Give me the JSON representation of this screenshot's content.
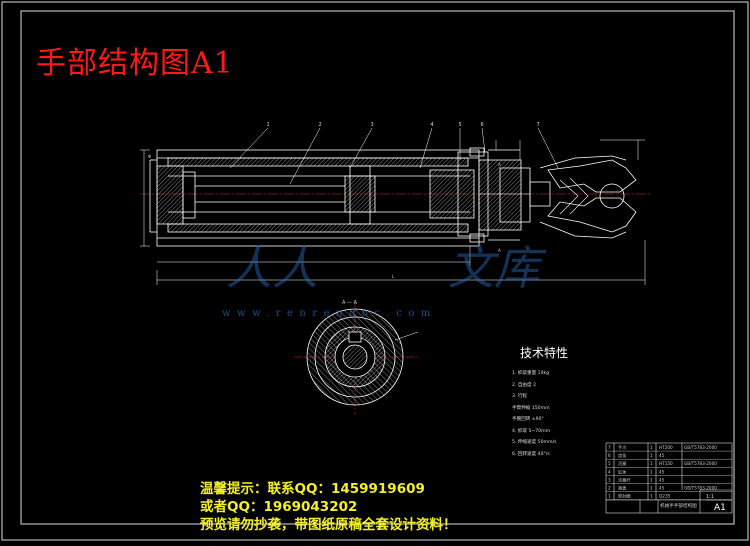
{
  "drawing": {
    "title": "手部结构图A1",
    "part_numbers": [
      "1",
      "2",
      "3",
      "4",
      "5",
      "6",
      "7"
    ],
    "section_label": "A — A"
  },
  "tech": {
    "title": "技术特性",
    "items": [
      "1. 抓取重量 10kg",
      "2. 自由度 2",
      "3. 行程",
      "   手臂伸缩 150mm",
      "   手腕回转 ±90°",
      "4. 抓取 5~70mm",
      "5. 伸缩速度 50mm/s",
      "6. 回转速度 40°/s"
    ]
  },
  "title_block": {
    "sheet_size": "A1",
    "scale": "1:1",
    "rows": [
      {
        "no": "7",
        "name": "手爪",
        "qty": "1",
        "material": "HT200",
        "note": "GB/T5783-2000"
      },
      {
        "no": "6",
        "name": "齿条",
        "qty": "1",
        "material": "45",
        "note": ""
      },
      {
        "no": "5",
        "name": "活塞",
        "qty": "1",
        "material": "HT150",
        "note": "GB/T5783-2000"
      },
      {
        "no": "4",
        "name": "缸体",
        "qty": "1",
        "material": "45",
        "note": ""
      },
      {
        "no": "3",
        "name": "活塞杆",
        "qty": "1",
        "material": "45",
        "note": ""
      },
      {
        "no": "2",
        "name": "端盖",
        "qty": "1",
        "material": "45",
        "note": "GB/T5783-2000"
      },
      {
        "no": "1",
        "name": "密封圈",
        "qty": "1",
        "material": "Q235",
        "note": ""
      }
    ],
    "drawing_name": "机械手手部结构图"
  },
  "watermark": {
    "url": "www.renrendoc.com",
    "text_left": "人人",
    "text_right": "文库"
  },
  "notice": {
    "line1": "温馨提示：联系QQ：1459919609",
    "line2": "或者QQ：1969043202",
    "line3": "预览请勿抄袭，带图纸原稿全套设计资料！"
  },
  "colors": {
    "background": "#000000",
    "title": "#ff1a1a",
    "notice": "#f3ef2a",
    "watermark": "#2a6fbf",
    "lines": "#ffffff"
  }
}
